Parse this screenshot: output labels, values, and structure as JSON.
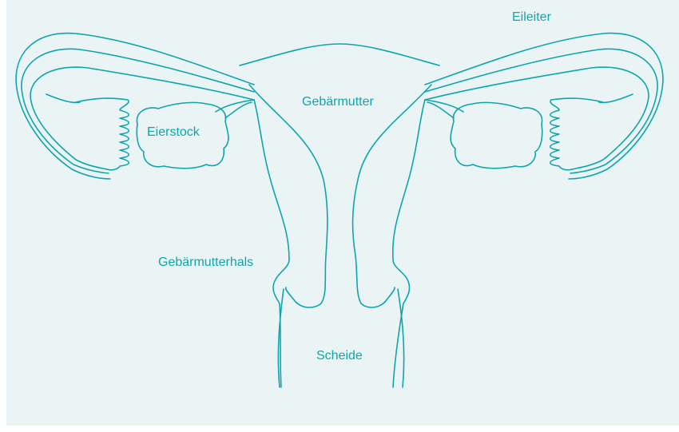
{
  "labels": {
    "fallopian_tube": "Eileiter",
    "uterus": "Gebärmutter",
    "ovary": "Eierstock",
    "cervix": "Gebärmutterhals",
    "vagina": "Scheide"
  },
  "colors": {
    "background": "#ebf4f5",
    "line": "#0ea5ad",
    "label": "#0ea5ad"
  }
}
